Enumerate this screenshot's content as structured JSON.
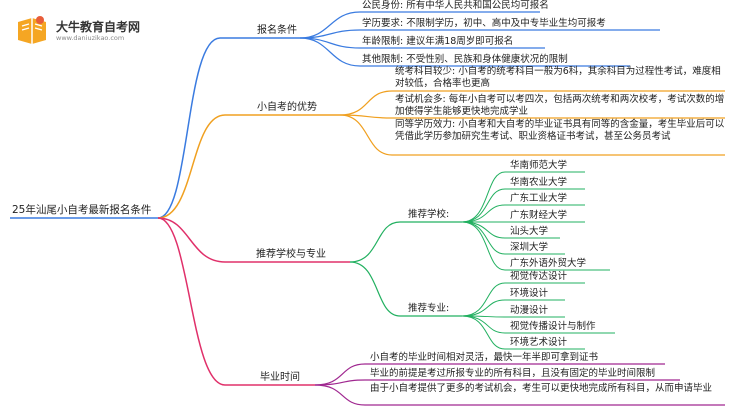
{
  "logo": {
    "name": "大牛教育自考网",
    "url": "www.daniuzikao.com"
  },
  "root": "25年汕尾小自考最新报名条件",
  "colors": {
    "b1": "#3a7be0",
    "b2": "#f0a020",
    "b3": "#e0306a",
    "b4": "#a02890",
    "sub": "#22b060"
  },
  "branches": [
    {
      "label": "报名条件",
      "items": [
        "公民身份: 所有中华人民共和国公民均可报名",
        "学历要求: 不限制学历，初中、高中及中专毕业生均可报考",
        "年龄限制: 建议年满18周岁即可报名",
        "其他限制: 不受性别、民族和身体健康状况的限制"
      ]
    },
    {
      "label": "小自考的优势",
      "items": [
        "统考科目较少: 小自考的统考科目一般为6科，其余科目为过程性考试，难度相对较低，合格率也更高",
        "考试机会多: 每年小自考可以考四次，包括两次统考和两次校考，考试次数的增加使得学生能够更快地完成学业",
        "同等学历效力: 小自考和大自考的毕业证书具有同等的含金量，考生毕业后可以凭借此学历参加研究生考试、职业资格证书考试，甚至公务员考试"
      ]
    },
    {
      "label": "推荐学校与专业",
      "sub": [
        {
          "label": "推荐学校:",
          "items": [
            "华南师范大学",
            "华南农业大学",
            "广东工业大学",
            "广东财经大学",
            "汕头大学",
            "深圳大学",
            "广东外语外贸大学"
          ]
        },
        {
          "label": "推荐专业:",
          "items": [
            "视觉传达设计",
            "环境设计",
            "动漫设计",
            "视觉传播设计与制作",
            "环境艺术设计"
          ]
        }
      ]
    },
    {
      "label": "毕业时间",
      "items": [
        "小自考的毕业时间相对灵活，最快一年半即可拿到证书",
        "毕业的前提是考过所报专业的所有科目，且没有固定的毕业时间限制",
        "由于小自考提供了更多的考试机会，考生可以更快地完成所有科目，从而申请毕业"
      ]
    }
  ]
}
